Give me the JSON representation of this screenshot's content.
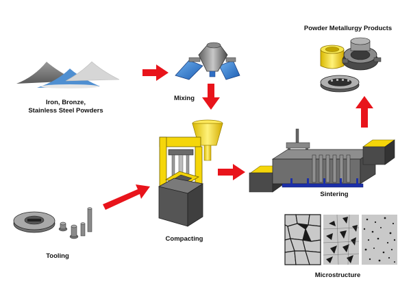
{
  "labels": {
    "powders_line1": "Iron, Bronze,",
    "powders_line2": "Stainless Steel Powders",
    "mixing": "Mixing",
    "compacting": "Compacting",
    "tooling": "Tooling",
    "sintering": "Sintering",
    "microstructure": "Microstructure",
    "products": "Powder Metallurgy Products"
  },
  "colors": {
    "arrow": "#e8141b",
    "press_frame": "#f5d60a",
    "powder_blue": "#4f8fd1",
    "mixer_blue": "#2f6fc4",
    "furnace_blue": "#1c2fa8",
    "metal_dark": "#3c3c3c",
    "metal_mid": "#777777",
    "metal_light": "#b5b5b5"
  }
}
